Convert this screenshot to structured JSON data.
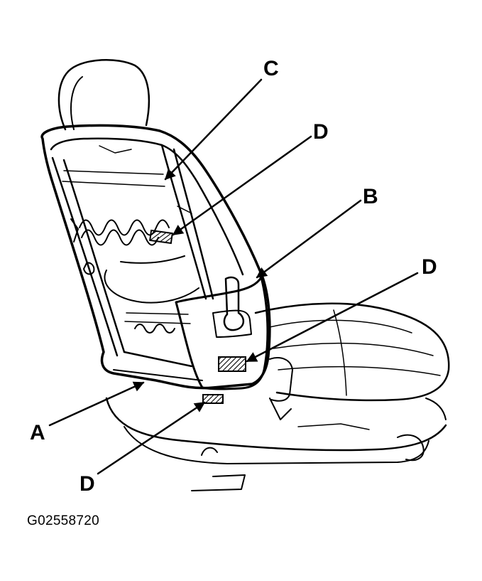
{
  "labels": {
    "a": "A",
    "b": "B",
    "c": "C",
    "d_upper": "D",
    "d_right": "D",
    "d_lower": "D"
  },
  "figure_code": "G02558720"
}
